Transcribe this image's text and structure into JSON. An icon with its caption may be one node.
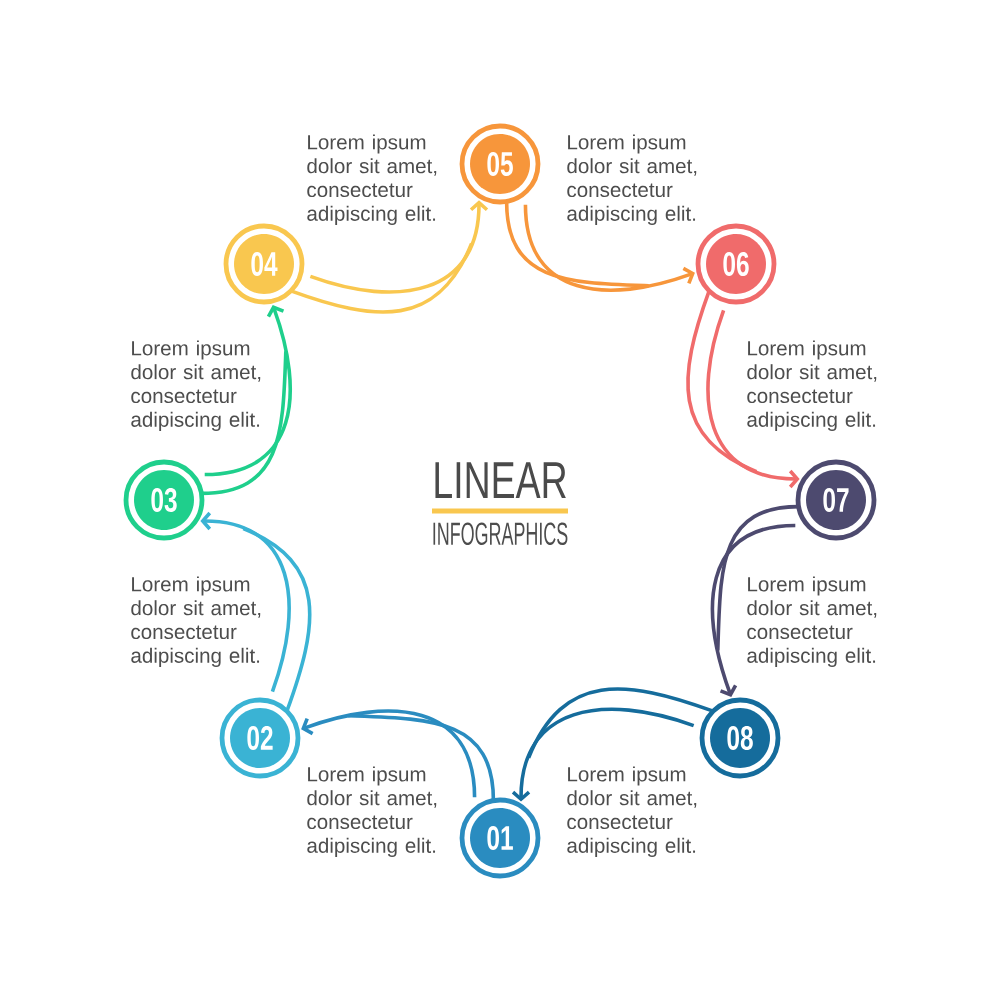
{
  "diagram": {
    "title": "LINEAR",
    "nodes": [
      {
        "text": [
          "01"
        ]
      },
      {
        "text": [
          "02"
        ]
      },
      {
        "text": [
          "03"
        ]
      },
      {
        "text": [
          "04"
        ]
      },
      {
        "text": [
          "05"
        ]
      },
      {
        "text": [
          "06"
        ]
      },
      {
        "text": [
          "07"
        ]
      },
      {
        "text": [
          "08"
        ]
      }
    ],
    "edges": [
      {
        "from": 0,
        "to": 1,
        "arrow": "to",
        "color": "#2a8cc0"
      },
      {
        "from": 1,
        "to": 2,
        "arrow": "to",
        "color": "#3ab3d4"
      },
      {
        "from": 2,
        "to": 3,
        "arrow": "to",
        "color": "#1fcf8c"
      },
      {
        "from": 3,
        "to": 4,
        "arrow": "to",
        "color": "#f9c74f"
      },
      {
        "from": 4,
        "to": 5,
        "arrow": "to",
        "color": "#f7963b"
      },
      {
        "from": 5,
        "to": 6,
        "arrow": "to",
        "color": "#f06b6b"
      },
      {
        "from": 6,
        "to": 7,
        "arrow": "to",
        "color": "#4d4a6f"
      },
      {
        "from": 7,
        "to": 0,
        "arrow": "to",
        "color": "#156c9c"
      }
    ],
    "labels": [
      "Lorem ipsum dolor sit amet, consectetur adipiscing elit.",
      "Lorem ipsum dolor sit amet, consectetur adipiscing elit.",
      "Lorem ipsum dolor sit amet, consectetur adipiscing elit.",
      "Lorem ipsum dolor sit amet, consectetur adipiscing elit.",
      "INFOGRAPHICS",
      "Lorem ipsum dolor sit amet, consectetur adipiscing elit.",
      "Lorem ipsum dolor sit amet, consectetur adipiscing elit.",
      "Lorem ipsum dolor sit amet, consectetur adipiscing elit.",
      "Lorem ipsum dolor sit amet, consectetur adipiscing elit."
    ]
  }
}
